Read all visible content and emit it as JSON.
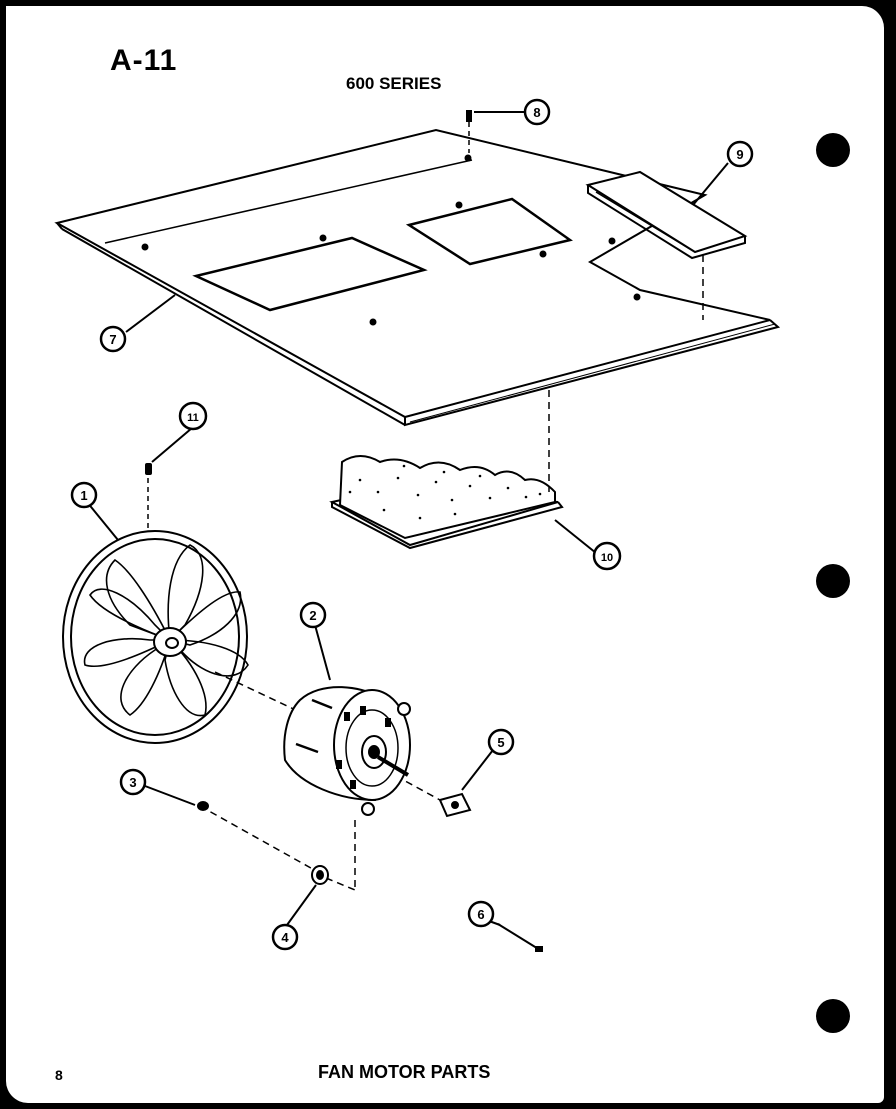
{
  "page": {
    "code": "A-11",
    "series": "600 SERIES",
    "number": "8",
    "title": "FAN MOTOR PARTS"
  },
  "callouts": [
    {
      "id": "c1",
      "label": "1"
    },
    {
      "id": "c2",
      "label": "2"
    },
    {
      "id": "c3",
      "label": "3"
    },
    {
      "id": "c4",
      "label": "4"
    },
    {
      "id": "c5",
      "label": "5"
    },
    {
      "id": "c6",
      "label": "6"
    },
    {
      "id": "c7",
      "label": "7"
    },
    {
      "id": "c8",
      "label": "8"
    },
    {
      "id": "c9",
      "label": "9"
    },
    {
      "id": "c10",
      "label": "10"
    },
    {
      "id": "c11",
      "label": "11"
    }
  ]
}
